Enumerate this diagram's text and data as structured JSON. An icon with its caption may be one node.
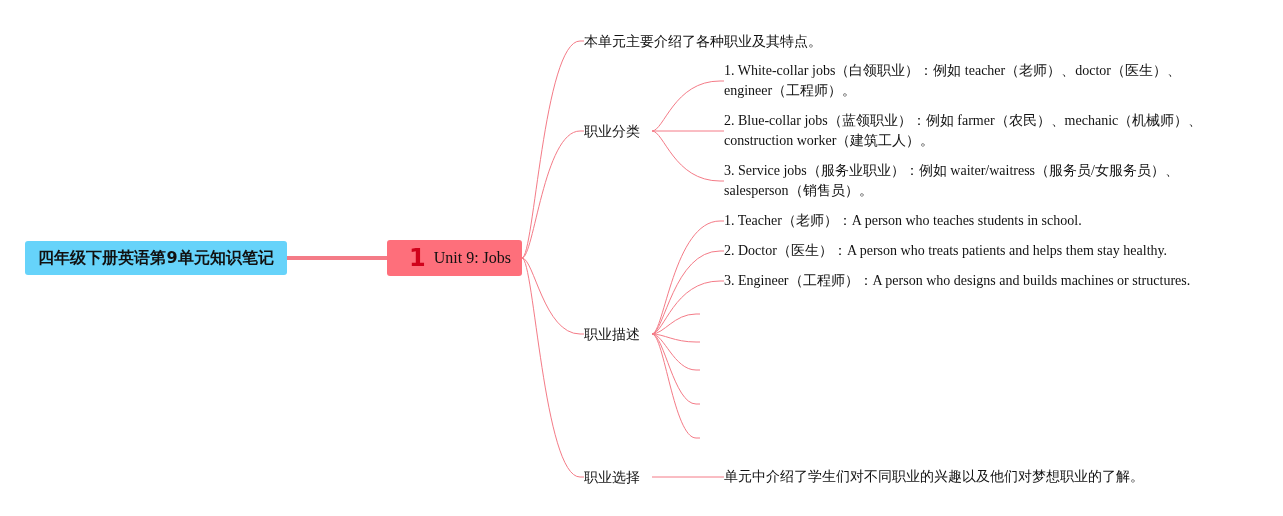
{
  "diagram": {
    "nodes": [
      {
        "text": [
          "四年级下册英语第9单元知识笔记"
        ]
      },
      {
        "text": [
          "1",
          "Unit 9: Jobs"
        ]
      },
      {
        "text": [
          "本单元主要介绍了各种职业及其特点。"
        ]
      },
      {
        "text": [
          "职业分类"
        ]
      },
      {
        "text": [
          "1. White-collar jobs（白领职业）：例如 teacher（老师）、doctor（医生）、engineer（工程师）。"
        ]
      },
      {
        "text": [
          "2. Blue-collar jobs（蓝领职业）：例如 farmer（农民）、mechanic（机械师）、construction worker（建筑工人）。"
        ]
      },
      {
        "text": [
          "3. Service jobs（服务业职业）：例如 waiter/waitress（服务员/女服务员）、salesperson（销售员）。"
        ]
      },
      {
        "text": [
          "职业描述"
        ]
      },
      {
        "text": [
          "1. Teacher（老师）：A person who teaches students in school."
        ]
      },
      {
        "text": [
          "2. Doctor（医生）：A person who treats patients and helps them stay healthy."
        ]
      },
      {
        "text": [
          "3. Engineer（工程师）：A person who designs and builds machines or structures."
        ]
      },
      {
        "text": [
          "职业选择"
        ]
      },
      {
        "text": [
          "单元中介绍了学生们对不同职业的兴趣以及他们对梦想职业的了解。"
        ]
      }
    ],
    "edges": [
      {
        "from": 0,
        "to": 1,
        "arrow": "none",
        "style": "thick"
      },
      {
        "from": 1,
        "to": 2,
        "arrow": "none"
      },
      {
        "from": 1,
        "to": 3,
        "arrow": "none"
      },
      {
        "from": 1,
        "to": 7,
        "arrow": "none"
      },
      {
        "from": 1,
        "to": 11,
        "arrow": "none"
      },
      {
        "from": 3,
        "to": 4,
        "arrow": "none"
      },
      {
        "from": 3,
        "to": 5,
        "arrow": "none"
      },
      {
        "from": 3,
        "to": 6,
        "arrow": "none"
      },
      {
        "from": 7,
        "to": 8,
        "arrow": "none"
      },
      {
        "from": 7,
        "to": 9,
        "arrow": "none"
      },
      {
        "from": 7,
        "to": 10,
        "arrow": "none"
      },
      {
        "from": 7,
        "to": null,
        "arrow": "none"
      },
      {
        "from": 7,
        "to": null,
        "arrow": "none"
      },
      {
        "from": 7,
        "to": null,
        "arrow": "none"
      },
      {
        "from": 7,
        "to": null,
        "arrow": "none"
      },
      {
        "from": 7,
        "to": null,
        "arrow": "none"
      },
      {
        "from": 11,
        "to": 12,
        "arrow": "none"
      }
    ]
  }
}
